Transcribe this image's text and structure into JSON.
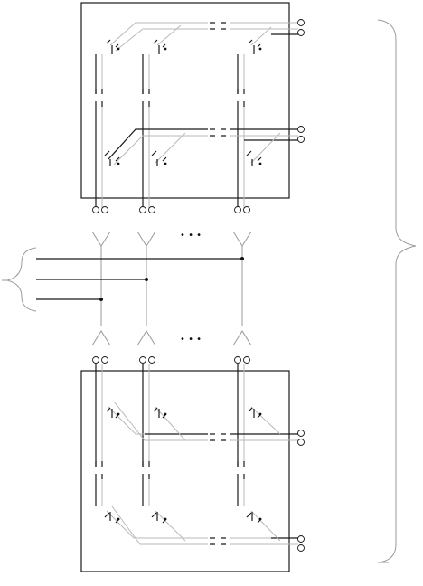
{
  "diagram": {
    "colors": {
      "line_dark": "#1a1a1a",
      "line_gray": "#b9b9b9",
      "background": "#ffffff"
    },
    "blocks": [
      {
        "name": "upper-switch-module",
        "columns": 3,
        "rows": 2
      },
      {
        "name": "lower-switch-module",
        "columns": 3,
        "rows": 2
      }
    ],
    "connector_stages": [
      "upper-antenna-row",
      "lower-antenna-row"
    ],
    "horizontal_bus_lines": 3,
    "ellipsis_marks": [
      "•  •  •",
      "•  •  •"
    ]
  }
}
